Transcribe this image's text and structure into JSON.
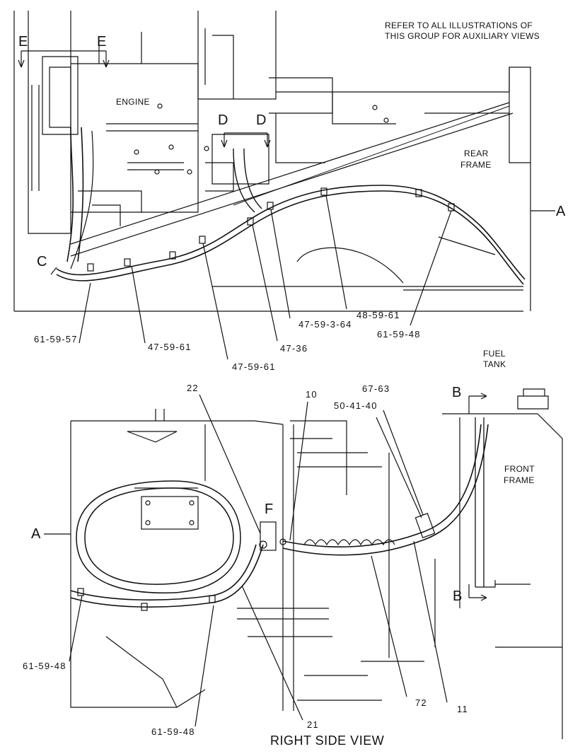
{
  "note": {
    "line1": "REFER TO ALL ILLUSTRATIONS OF",
    "line2": "THIS GROUP FOR AUXILIARY VIEWS"
  },
  "region_labels": {
    "engine": "ENGINE",
    "rear_frame_1": "REAR",
    "rear_frame_2": "FRAME",
    "fuel_tank_1": "FUEL",
    "fuel_tank_2": "TANK",
    "front_frame_1": "FRONT",
    "front_frame_2": "FRAME"
  },
  "view_markers": {
    "e_left": "E",
    "e_right": "E",
    "d_left": "D",
    "d_right": "D",
    "c": "C",
    "a_top": "A",
    "a_bottom": "A",
    "b_top": "B",
    "b_bottom": "B",
    "f": "F"
  },
  "top_callouts": {
    "c1": "61-59-57",
    "c2": "47-59-61",
    "c3": "47-59-61",
    "c4": "47-36",
    "c5": "47-59-3-64",
    "c6": "48-59-61",
    "c7": "61-59-48"
  },
  "bottom_callouts": {
    "c22": "22",
    "c10": "10",
    "c50": "50-41-40",
    "c67": "67-63",
    "c48a": "61-59-48",
    "c48b": "61-59-48",
    "c21": "21",
    "c72": "72",
    "c11": "11"
  },
  "footer": "RIGHT SIDE VIEW"
}
